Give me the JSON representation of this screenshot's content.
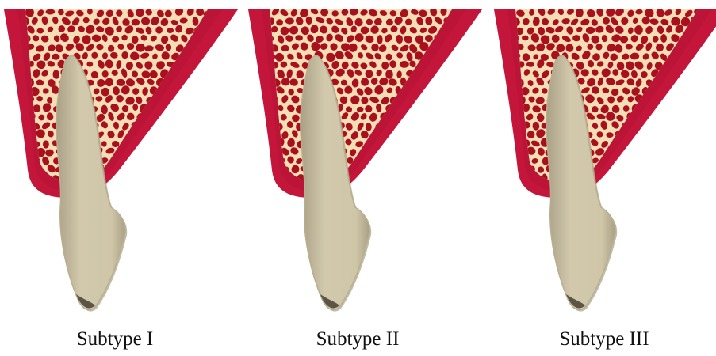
{
  "colors": {
    "gingiva": "#c4163a",
    "gingiva_dark": "#9e0f2c",
    "bone_matrix": "#f3deb5",
    "marrow": "#a8101e",
    "tooth": "#d2c9ad",
    "tooth_shadow": "#a9a085",
    "background": "#ffffff"
  },
  "panels": [
    {
      "caption": "Subtype I"
    },
    {
      "caption": "Subtype II"
    },
    {
      "caption": "Subtype III"
    }
  ]
}
